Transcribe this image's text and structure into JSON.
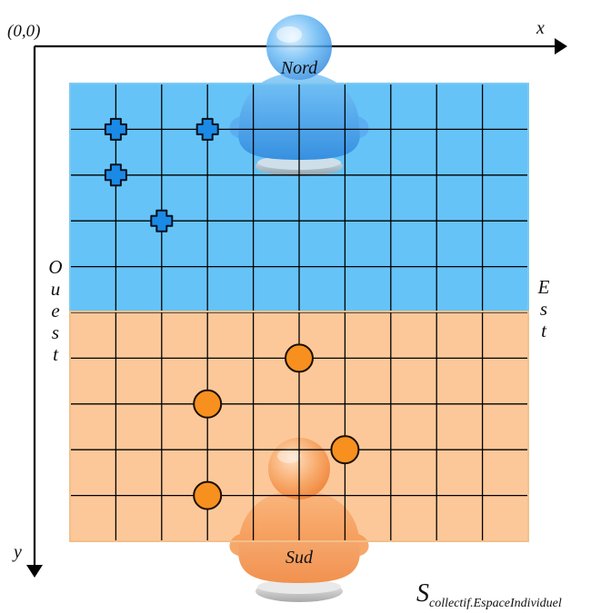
{
  "origin_label": "(0,0)",
  "x_axis_label": "x",
  "y_axis_label": "y",
  "north_label": "Nord",
  "south_label": "Sud",
  "west_label": "Ouest",
  "east_label": "Est",
  "formula": {
    "main": "S",
    "subscript": "collectif.EspaceIndividuel"
  },
  "colors": {
    "north_zone": "#66c3f7",
    "south_zone": "#fcc89a",
    "north_zone_border": "#7cc9ef",
    "south_zone_border": "#f2c08c",
    "cross_piece": "#1a8ae6",
    "round_piece": "#f7901e",
    "north_player": "#4aa6f0",
    "south_player": "#f59a52"
  },
  "grid": {
    "columns": 10,
    "rows": 10,
    "north_rows": 5,
    "south_rows": 5
  },
  "north_player_icon": "blue-person-icon",
  "south_player_icon": "orange-person-icon",
  "cross_pieces": [
    {
      "col": 1,
      "row": 1
    },
    {
      "col": 3,
      "row": 1
    },
    {
      "col": 1,
      "row": 2
    },
    {
      "col": 2,
      "row": 3
    }
  ],
  "round_pieces": [
    {
      "col": 5,
      "row": 6
    },
    {
      "col": 3,
      "row": 7
    },
    {
      "col": 6,
      "row": 8
    },
    {
      "col": 3,
      "row": 9
    }
  ]
}
